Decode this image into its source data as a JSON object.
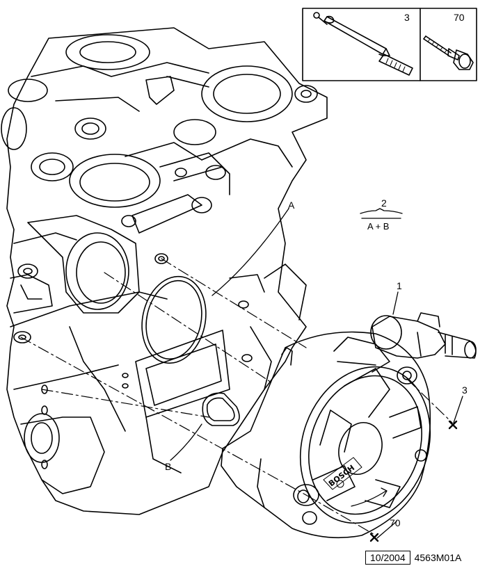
{
  "callouts": {
    "pump": "1",
    "step": "2",
    "step_parts": "A + B",
    "pin": "3",
    "screw": "70",
    "seal_a": "A",
    "seal_b": "B",
    "inset_pin": "3",
    "inset_screw": "70"
  },
  "pump_brand": "BOSCH",
  "footer": {
    "date": "10/2004",
    "ref": "4563M01A"
  }
}
